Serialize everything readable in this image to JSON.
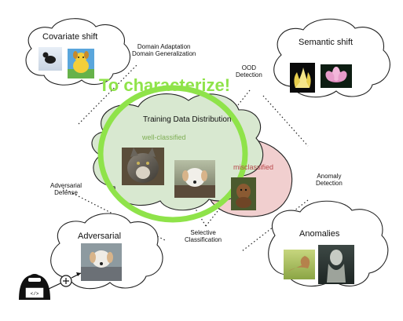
{
  "headline": "To characterize!",
  "training": {
    "title": "Training Data Distribution",
    "well_label": "well-classified",
    "mis_label": "misclassified"
  },
  "clouds": {
    "covariate": "Covariate shift",
    "semantic": "Semantic shift",
    "adversarial": "Adversarial",
    "anomalies": "Anomalies"
  },
  "connectors": {
    "domain": [
      "Domain Adaptation",
      "Domain Generalization"
    ],
    "ood": [
      "OOD",
      "Detection"
    ],
    "adv_defense": [
      "Adversarial",
      "Defense"
    ],
    "anomaly_detection": [
      "Anomaly",
      "Detection"
    ],
    "selective": [
      "Selective",
      "Classification"
    ]
  },
  "colors": {
    "headline": "#8fe34a",
    "ring": "#8fe34a",
    "well_region": "#d8e8d0",
    "mis_region": "#f1cfcf",
    "well_text": "#7fae55",
    "mis_text": "#b8484a"
  }
}
